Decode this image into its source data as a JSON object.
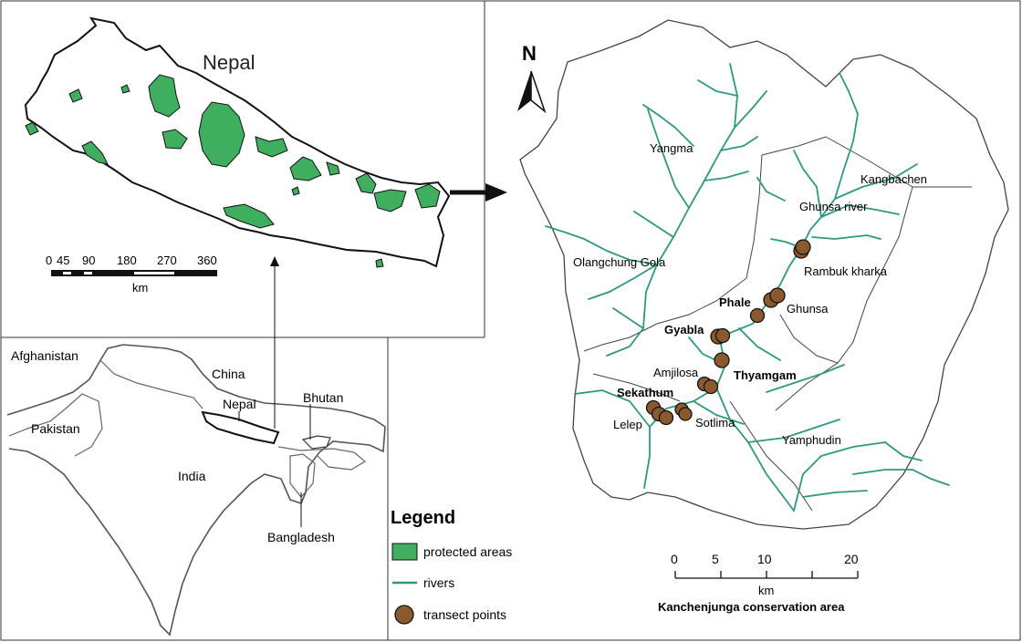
{
  "colors": {
    "protected": "#3fae5f",
    "river": "#2e9a7c",
    "transect_fill": "#8a5a2e",
    "outline": "#111111"
  },
  "nepal_map": {
    "title": "Nepal",
    "scale_labels": [
      "0",
      "45",
      "90",
      "180",
      "270",
      "360"
    ],
    "scale_unit": "km"
  },
  "region_map": {
    "countries": [
      "Afghanistan",
      "China",
      "Pakistan",
      "Nepal",
      "Bhutan",
      "India",
      "Bangladesh"
    ]
  },
  "legend": {
    "title": "Legend",
    "items": [
      {
        "label": "protected areas",
        "icon": "green-square"
      },
      {
        "label": "rivers",
        "icon": "green-line"
      },
      {
        "label": "transect points",
        "icon": "brown-circle"
      }
    ]
  },
  "kca_map": {
    "north": "N",
    "places": [
      "Yangma",
      "Kangbachen",
      "Ghunsa river",
      "Olangchung Gola",
      "Rambuk kharka",
      "Phale",
      "Ghunsa",
      "Gyabla",
      "Amjilosa",
      "Thyamgam",
      "Sekathum",
      "Lelep",
      "Sotlima",
      "Yamphudin"
    ],
    "scale_labels": [
      "0",
      "5",
      "10",
      "20"
    ],
    "scale_unit": "km",
    "caption": "Kanchenjunga conservation area"
  }
}
